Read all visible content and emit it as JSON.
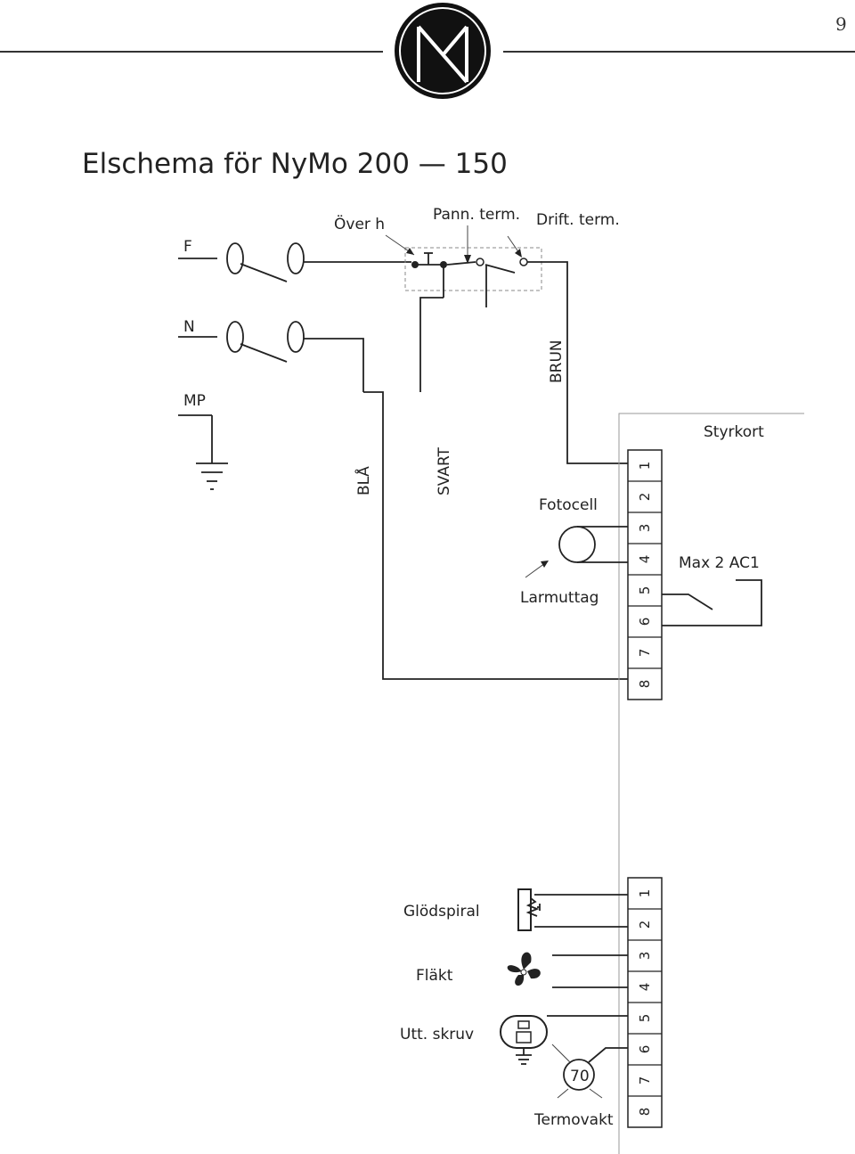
{
  "page_number": "9",
  "logo_text": "NM",
  "title": "Elschema för NyMo 200 — 150",
  "labels": {
    "f": "F",
    "n": "N",
    "mp": "MP",
    "over_h": "Över h",
    "pann_term": "Pann. term.",
    "drift_term": "Drift. term.",
    "brun": "BRUN",
    "bla": "BLÅ",
    "svart": "SVART",
    "styrkort": "Styrkort",
    "fotocell": "Fotocell",
    "larmuttag": "Larmuttag",
    "max_ac": "Max 2 AC1",
    "glodspiral": "Glödspiral",
    "flakt": "Fläkt",
    "utt_skruv": "Utt. skruv",
    "termovakt": "Termovakt",
    "termovakt_value": "70"
  },
  "terminal_block_upper": [
    "1",
    "2",
    "3",
    "4",
    "5",
    "6",
    "7",
    "8"
  ],
  "terminal_block_lower": [
    "1",
    "2",
    "3",
    "4",
    "5",
    "6",
    "7",
    "8"
  ],
  "colors": {
    "line": "#222222",
    "frame": "#999999",
    "background": "#ffffff"
  }
}
